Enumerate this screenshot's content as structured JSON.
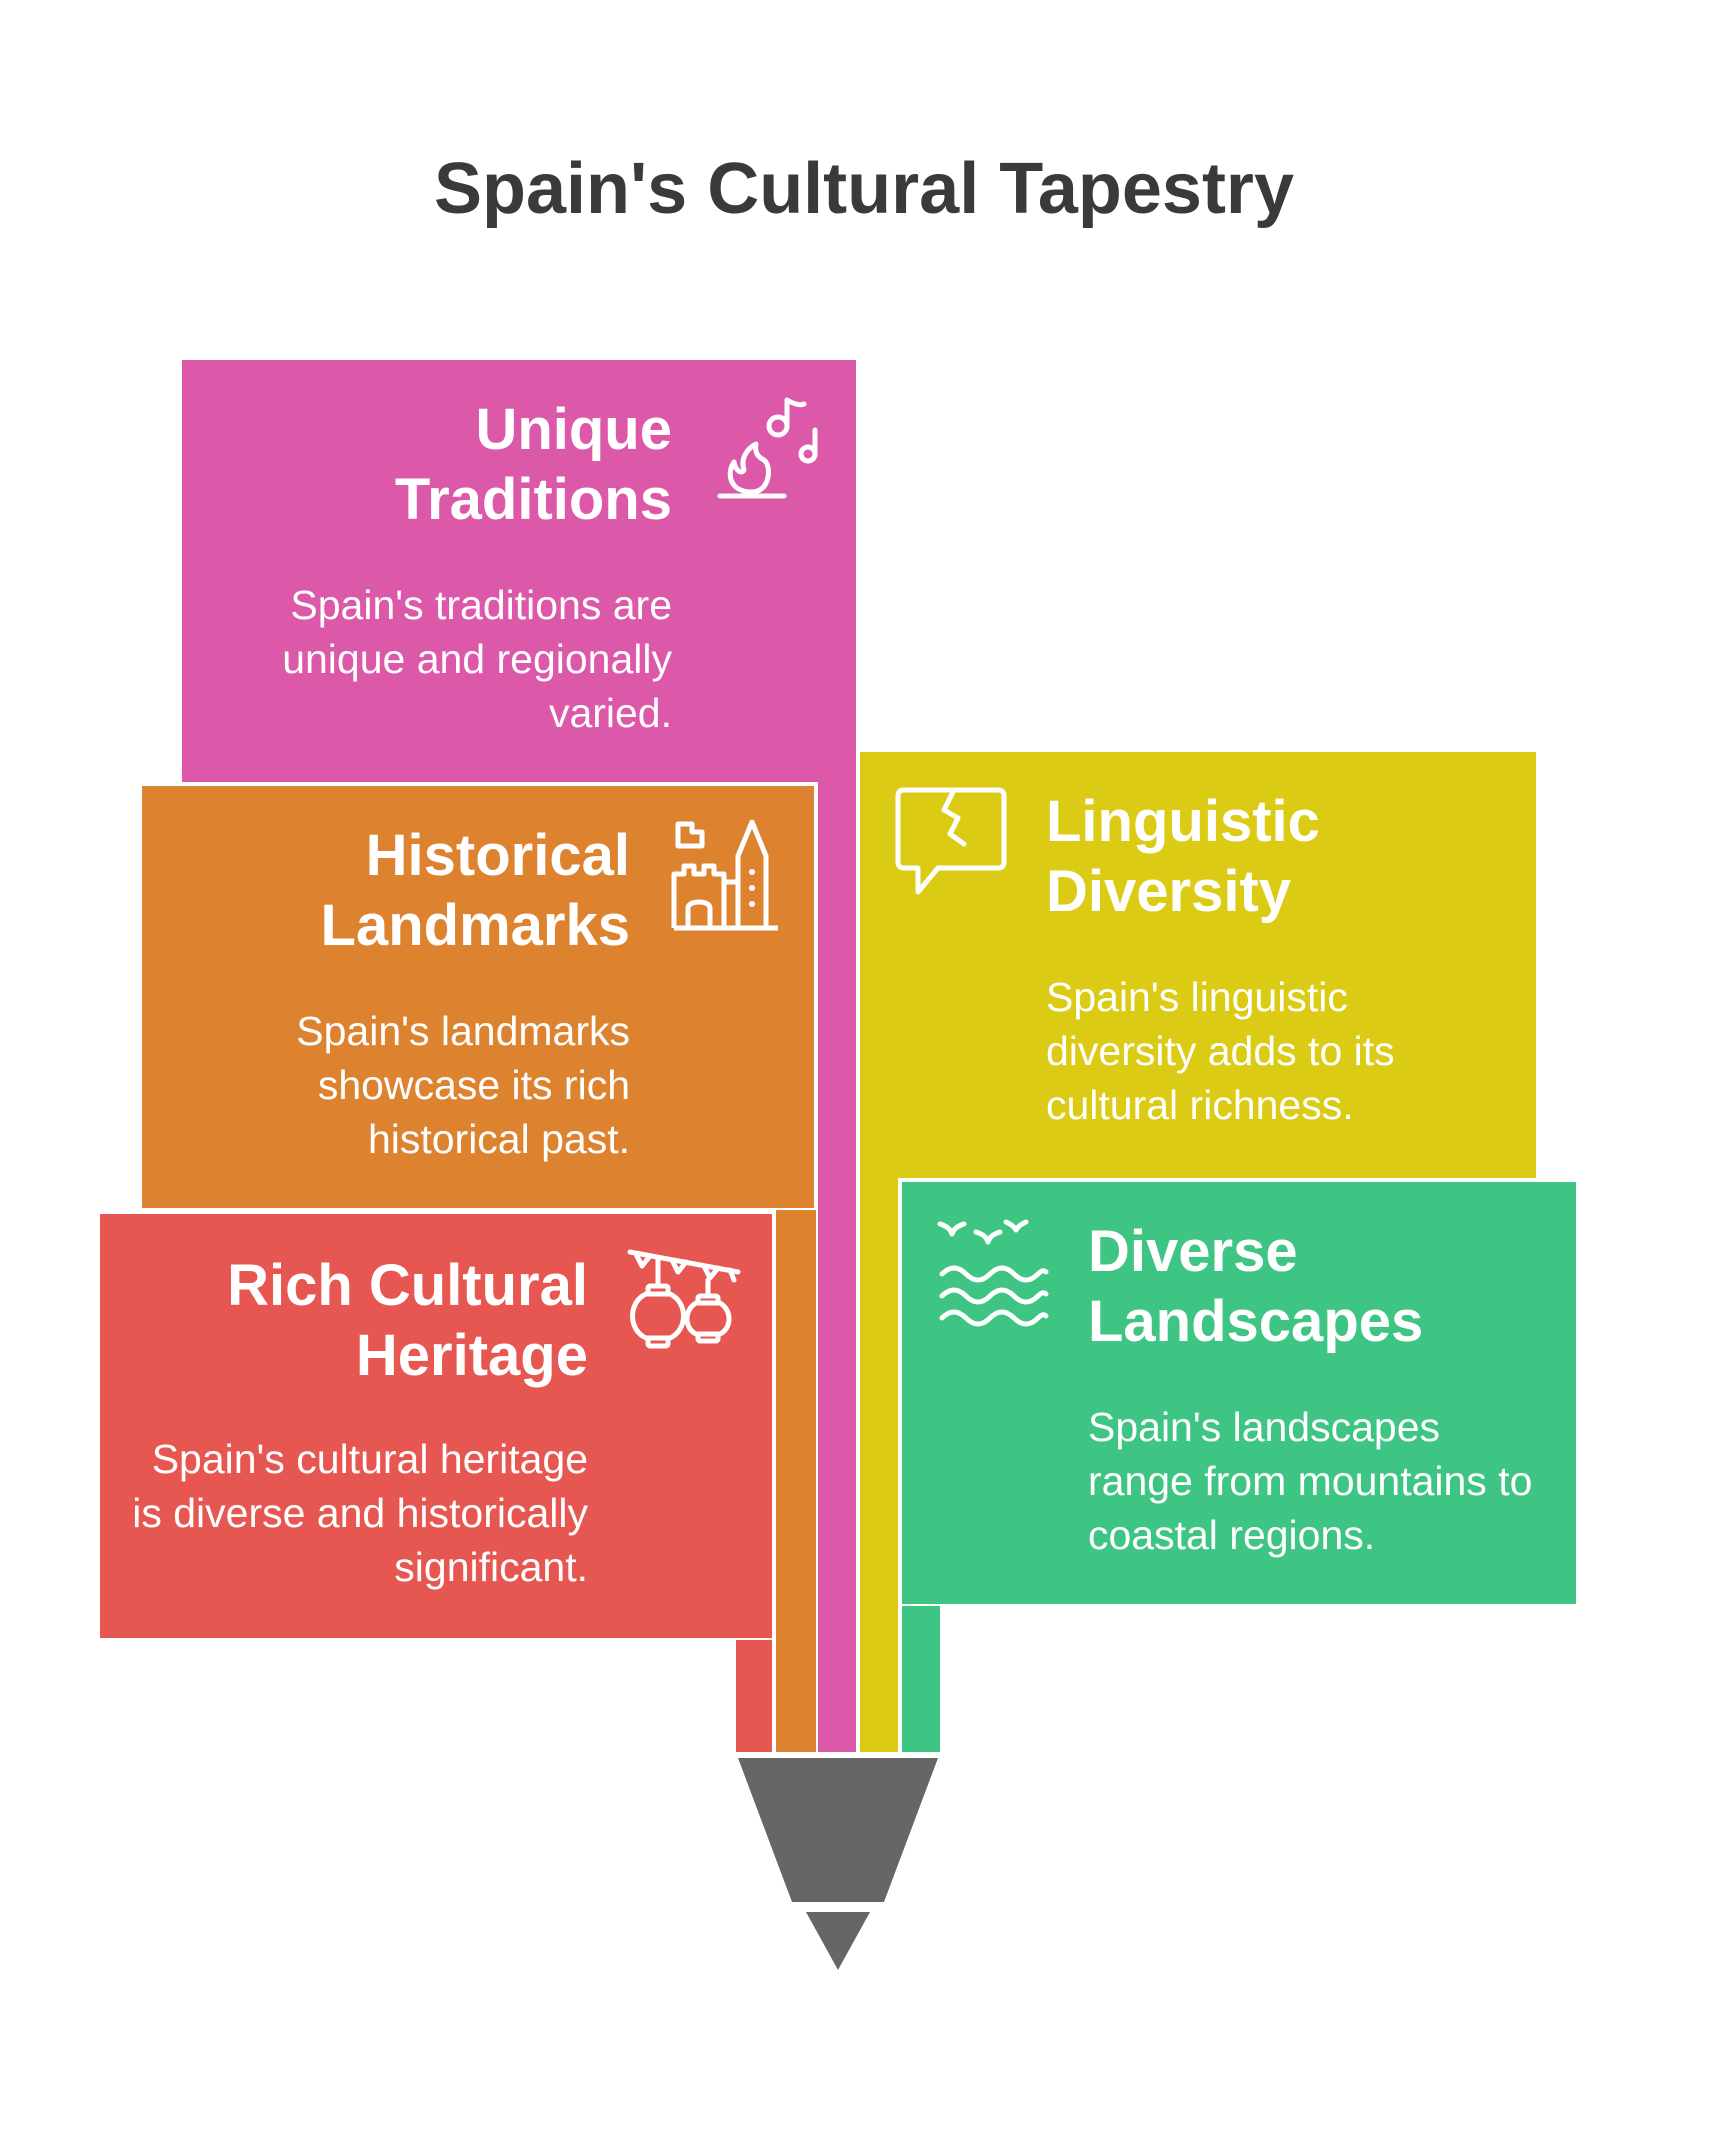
{
  "title": "Spain's Cultural Tapestry",
  "colors": {
    "traditions": "#DC58A8",
    "landmarks": "#DD8330",
    "heritage": "#E65752",
    "linguistic": "#DCCB15",
    "landscapes": "#3EC583",
    "pencil_tip": "#666666",
    "title_text": "#3a3a3a"
  },
  "items": [
    {
      "id": "traditions",
      "title_line1": "Unique",
      "title_line2": "Traditions",
      "description": "Spain's traditions are unique and regionally varied.",
      "icon": "campfire-music-icon"
    },
    {
      "id": "landmarks",
      "title_line1": "Historical",
      "title_line2": "Landmarks",
      "description": "Spain's landmarks showcase its rich historical past.",
      "icon": "castle-icon"
    },
    {
      "id": "heritage",
      "title_line1": "Rich Cultural",
      "title_line2": "Heritage",
      "description": "Spain's cultural heritage is diverse and historically significant.",
      "icon": "lanterns-icon"
    },
    {
      "id": "linguistic",
      "title_line1": "Linguistic",
      "title_line2": "Diversity",
      "description": "Spain's linguistic diversity adds to its cultural richness.",
      "icon": "speech-bubble-icon"
    },
    {
      "id": "landscapes",
      "title_line1": "Diverse",
      "title_line2": "Landscapes",
      "description": "Spain's landscapes range from mountains to coastal regions.",
      "icon": "sea-birds-icon"
    }
  ]
}
